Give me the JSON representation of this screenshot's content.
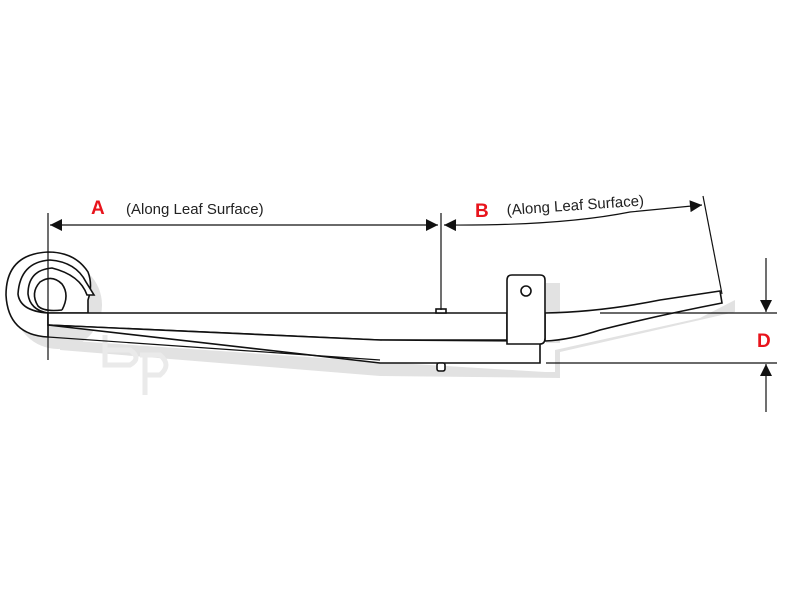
{
  "diagram": {
    "labels": {
      "a": "A",
      "a_note": "(Along Leaf Surface)",
      "b": "B",
      "b_note": "(Along Leaf Surface)",
      "d": "D"
    },
    "watermark": "BP",
    "colors": {
      "label": "#e8141c",
      "line": "#111111",
      "shadow": "#e2e2e2"
    }
  }
}
